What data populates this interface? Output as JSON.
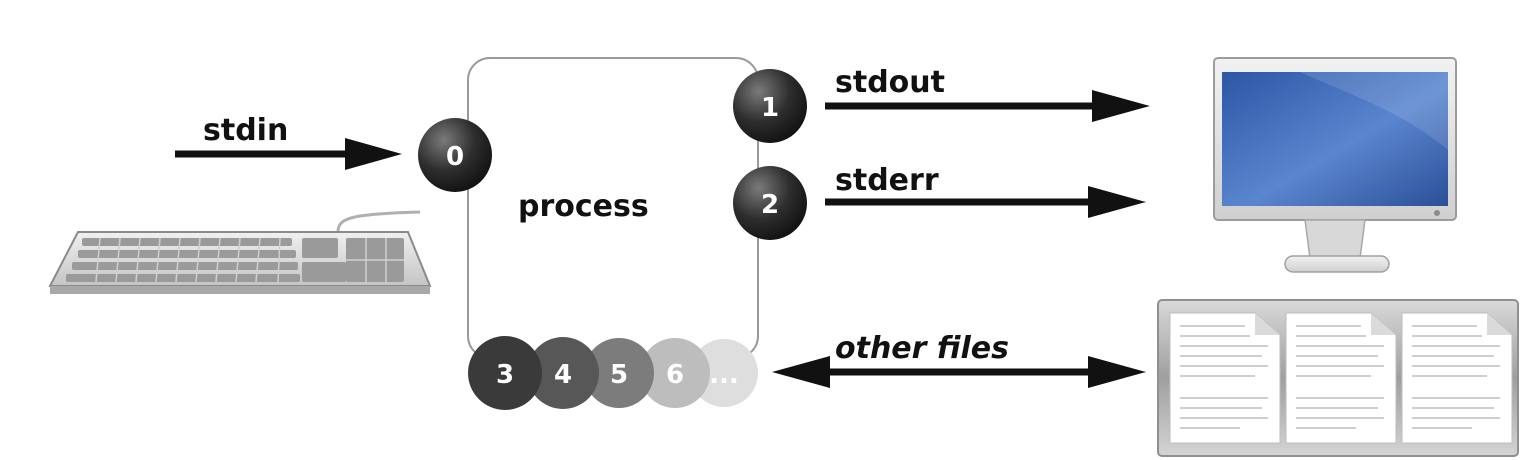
{
  "process": {
    "label": "process"
  },
  "streams": {
    "stdin": "stdin",
    "stdout": "stdout",
    "stderr": "stderr",
    "other": "other files"
  },
  "descriptors": {
    "std": [
      "0",
      "1",
      "2"
    ],
    "extra": [
      "3",
      "4",
      "5",
      "6",
      "..."
    ]
  },
  "colors": {
    "fd_dark": "#2e2e2e",
    "fd_3": "#3d3d3d",
    "fd_4": "#555555",
    "fd_5": "#7a7a7a",
    "fd_6": "#b3b3b3",
    "fd_more": "#d6d6d6",
    "monitor_screen": "#3f6bb6"
  },
  "icons": [
    "keyboard-icon",
    "monitor-icon",
    "documents-icon"
  ]
}
